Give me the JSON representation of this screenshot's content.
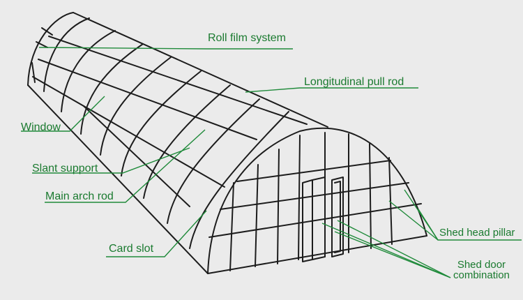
{
  "diagram": {
    "subject": "single-span arched greenhouse frame",
    "colors": {
      "frame": "#1c1c1c",
      "leader": "#1f8a3a",
      "label_text": "#1a7a2f",
      "background": "#ebebeb"
    },
    "labels": {
      "roll_film_system": "Roll film system",
      "longitudinal_pull_rod": "Longitudinal pull rod",
      "window": "Window",
      "slant_support": "Slant support",
      "main_arch_rod": "Main arch rod",
      "card_slot": "Card slot",
      "shed_head_pillar": "Shed head pillar",
      "shed_door_line1": "Shed door",
      "shed_door_line2": "combination"
    }
  }
}
